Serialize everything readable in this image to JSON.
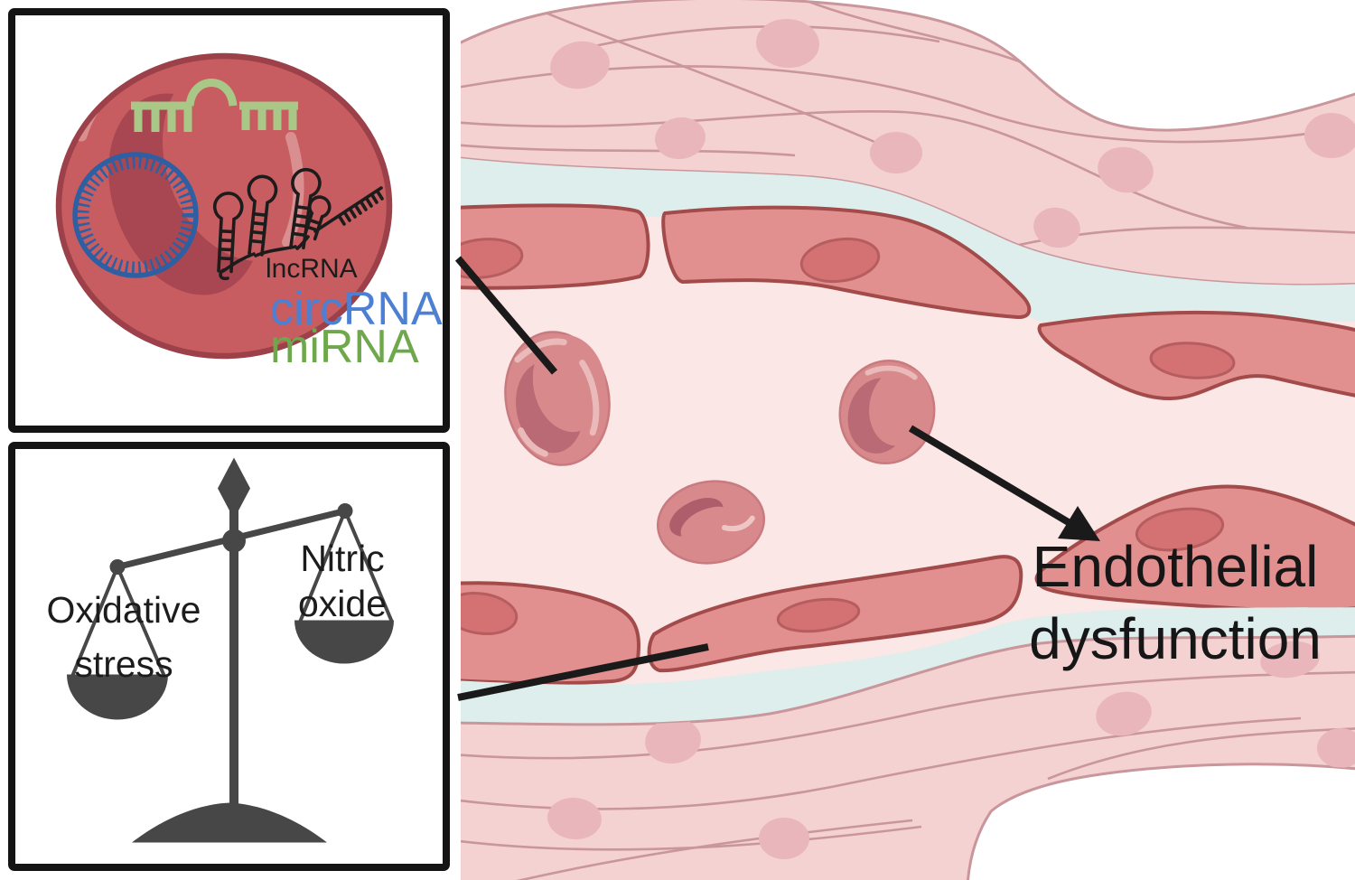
{
  "rna_panel": {
    "lncrna_label": "lncRNA",
    "circrna_label": "circRNA",
    "mirna_label": "miRNA",
    "colors": {
      "cell_body": "#c75d60",
      "cell_outline": "#9c4049",
      "cell_inner_shadow": "#a84751",
      "mirna_green": "#a9c787",
      "mirna_text_green": "#6fa84c",
      "circrna_blue": "#2e5fa3",
      "circrna_text_blue": "#4d80d2",
      "lncrna_black": "#1c1c1c"
    }
  },
  "balance_panel": {
    "left_pan_label": "Oxidative\nstress",
    "right_pan_label": "Nitric\noxide",
    "scale_color": "#474747",
    "text_color": "#1c1c1c"
  },
  "vessel": {
    "caption": "Endothelial\ndysfunction",
    "colors": {
      "lumen": "#fae7e6",
      "basement_membrane": "#ddeeec",
      "endothelium": "#e2908f",
      "endothelium_outline": "#a34a4a",
      "endothelium_nucleus": "#d37173",
      "smooth_muscle": "#f4d2d2",
      "smooth_muscle_outline": "#c9969b",
      "smooth_muscle_nucleus": "#e9b6bb",
      "red_blood_cell": "#d8898c",
      "red_blood_cell_shadow": "#b96a74",
      "connector_black": "#1a1a1a"
    }
  }
}
